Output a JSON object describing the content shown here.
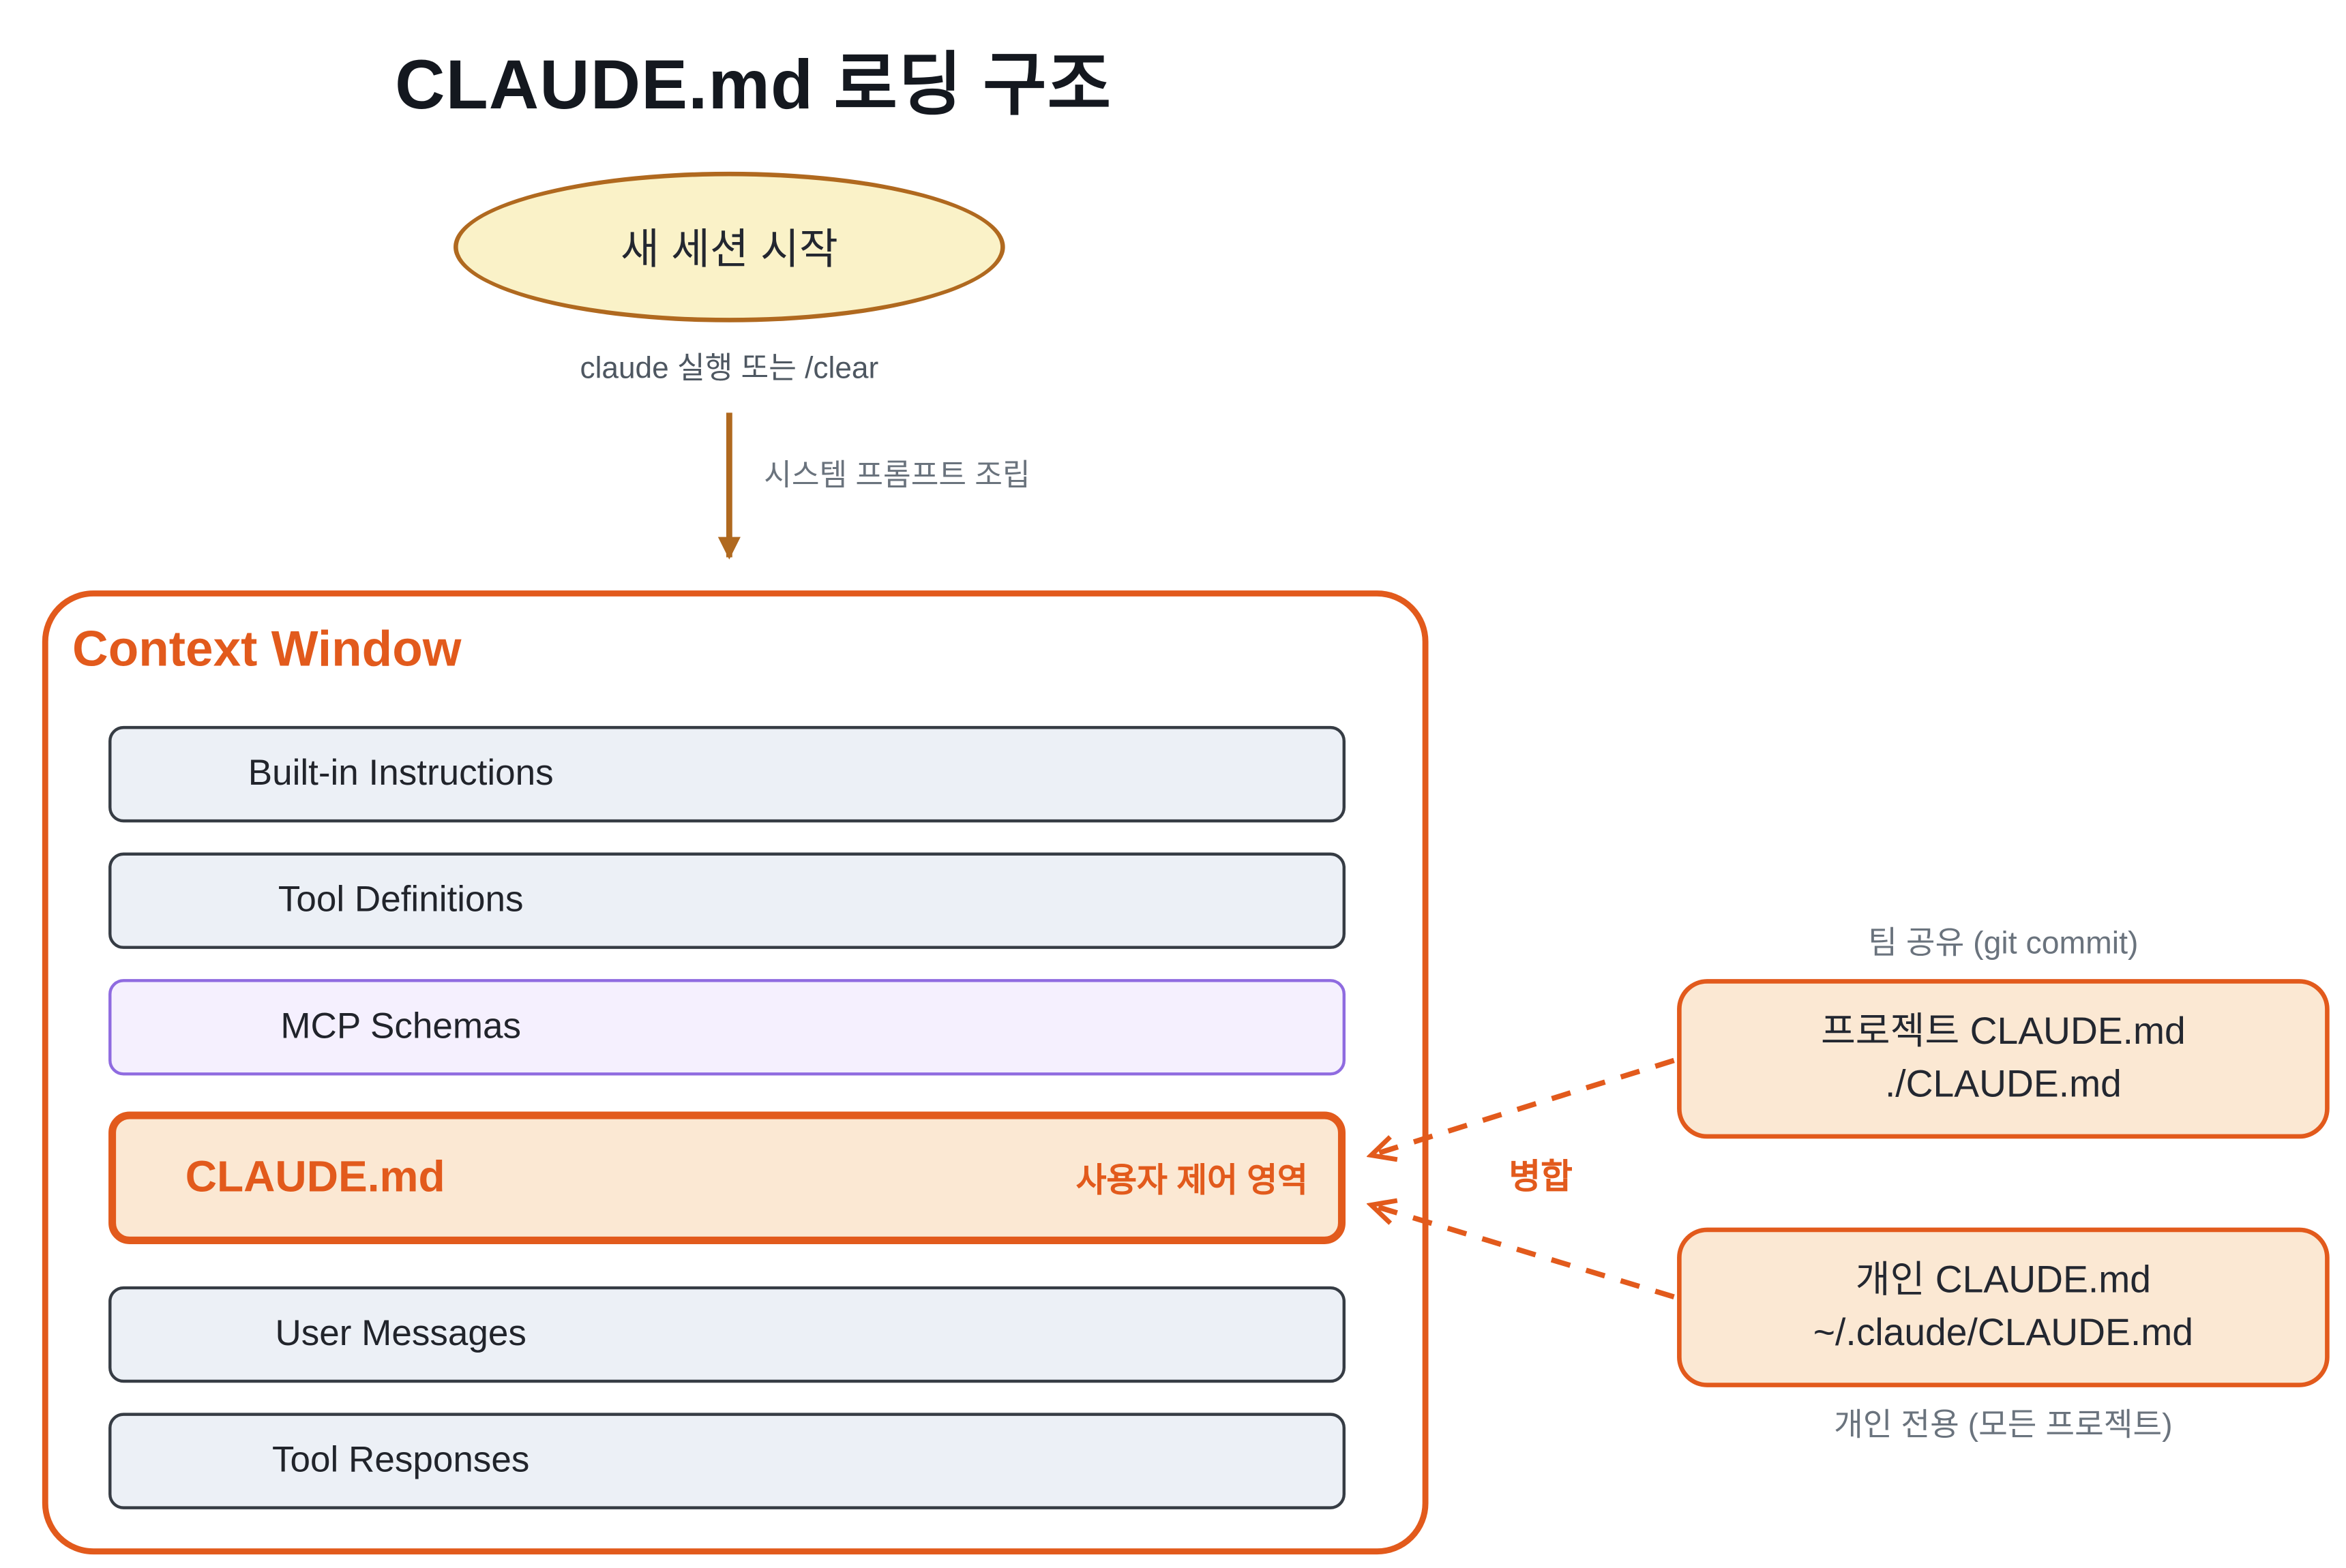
{
  "title": "CLAUDE.md 로딩 구조",
  "start_node": {
    "label": "새 세션 시작",
    "caption": "claude 실행 또는 /clear"
  },
  "flow": {
    "label": "시스템 프롬프트 조립"
  },
  "context_window": {
    "title": "Context Window",
    "rows": [
      {
        "label": "Built-in Instructions",
        "type": "gray"
      },
      {
        "label": "Tool Definitions",
        "type": "gray"
      },
      {
        "label": "MCP Schemas",
        "type": "purple"
      },
      {
        "label": "CLAUDE.md",
        "type": "highlight",
        "badge": "사용자 제어 영역"
      },
      {
        "label": "User Messages",
        "type": "gray"
      },
      {
        "label": "Tool Responses",
        "type": "gray"
      }
    ]
  },
  "merge": {
    "label": "병합"
  },
  "sources": {
    "team": {
      "caption": "팀 공유 (git commit)",
      "line1": "프로젝트 CLAUDE.md",
      "line2": "./CLAUDE.md"
    },
    "personal": {
      "line1": "개인 CLAUDE.md",
      "line2": "~/.claude/CLAUDE.md",
      "caption": "개인 전용 (모든 프로젝트)"
    }
  },
  "colors": {
    "accent_orange": "#E25A1C",
    "highlight_fill": "#FBE8D3",
    "start_fill": "#FAF2C8",
    "start_border": "#B0691F",
    "gray_row_fill": "#ECF0F6",
    "gray_row_border": "#363C44",
    "purple_row_fill": "#F5F0FE",
    "purple_row_border": "#8F6BE0",
    "muted_text": "#6A737D",
    "dark_text": "#21242B"
  }
}
